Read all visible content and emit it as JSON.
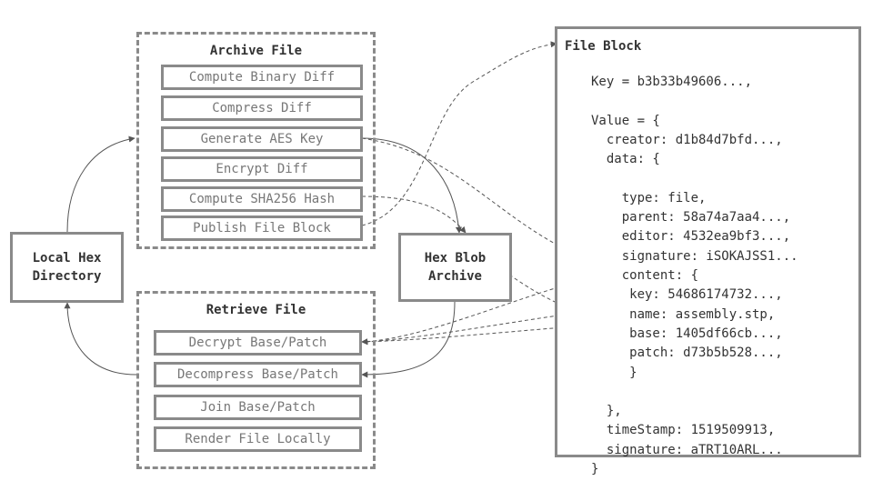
{
  "archive_group": {
    "title": "Archive File",
    "steps": [
      "Compute Binary Diff",
      "Compress Diff",
      "Generate AES Key",
      "Encrypt Diff",
      "Compute SHA256 Hash",
      "Publish File Block"
    ]
  },
  "retrieve_group": {
    "title": "Retrieve File",
    "steps": [
      "Decrypt Base/Patch",
      "Decompress Base/Patch",
      "Join Base/Patch",
      "Render File Locally"
    ]
  },
  "local_directory": {
    "line1": "Local Hex",
    "line2": "Directory"
  },
  "blob_archive": {
    "line1": "Hex Blob",
    "line2": "Archive"
  },
  "file_block": {
    "title": "File Block",
    "lines": [
      "Key = b3b33b49606...,",
      "",
      "Value = {",
      "  creator: d1b84d7bfd...,",
      "  data: {",
      "",
      "    type: file,",
      "    parent: 58a74a7aa4...,",
      "    editor: 4532ea9bf3...,",
      "    signature: iSOKAJSS1...",
      "    content: {",
      "     key: 54686174732...,",
      "     name: assembly.stp,",
      "     base: 1405df66cb...,",
      "     patch: d73b5b528...,",
      "     }",
      "",
      "  },",
      "  timeStamp: 1519509913,",
      "  signature: aTRT10ARL...",
      "}"
    ]
  }
}
